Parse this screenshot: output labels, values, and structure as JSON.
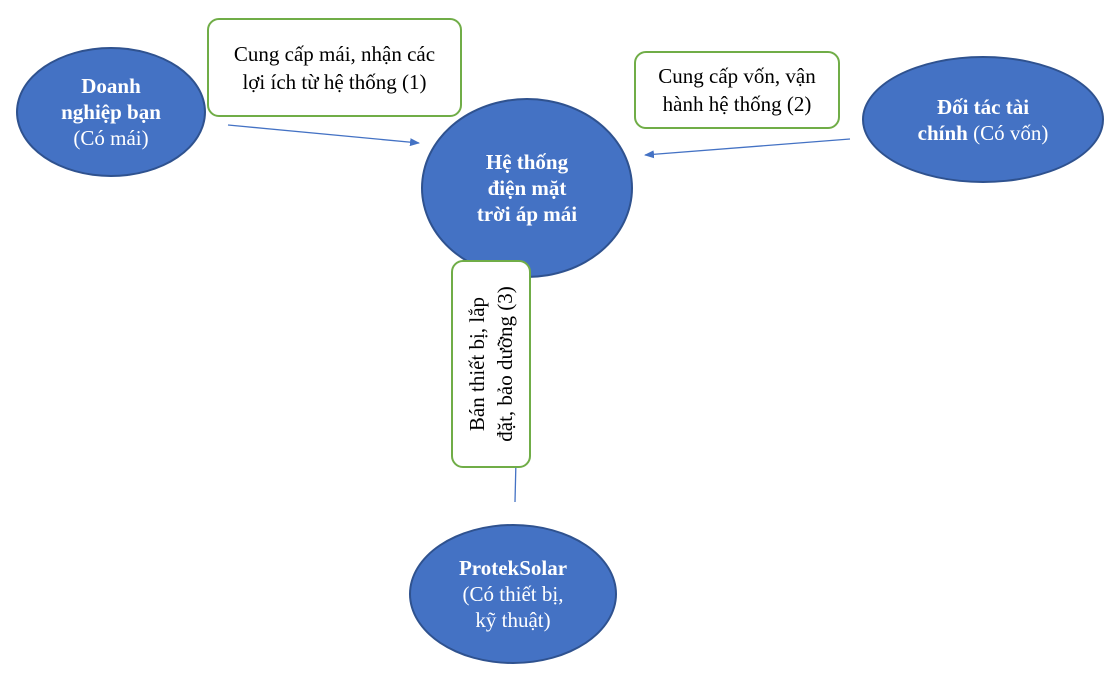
{
  "nodes": {
    "doanh_nghiep": {
      "bold": [
        "Doanh",
        "nghiệp bạn"
      ],
      "normal": "(Có mái)"
    },
    "center": {
      "bold": [
        "Hệ thống",
        "điện mặt",
        "trời áp mái"
      ]
    },
    "doi_tac": {
      "bold_1": "Đối tác tài",
      "bold_2": "chính",
      "normal": "(Có vốn)"
    },
    "protek": {
      "bold": "ProtekSolar",
      "normal": [
        "(Có thiết bị,",
        "kỹ thuật)"
      ]
    }
  },
  "labels": {
    "label_1": [
      "Cung cấp mái, nhận các",
      "lợi ích từ hệ thống (1)"
    ],
    "label_2": [
      "Cung cấp vốn, vận",
      "hành hệ thống (2)"
    ],
    "label_3": [
      "Bán thiết bị, lắp",
      "đặt, bảo dưỡng (3)"
    ]
  },
  "colors": {
    "node_fill": "#4472c4",
    "node_border": "#2f528f",
    "label_border": "#70ad47",
    "arrow": "#4472c4"
  }
}
